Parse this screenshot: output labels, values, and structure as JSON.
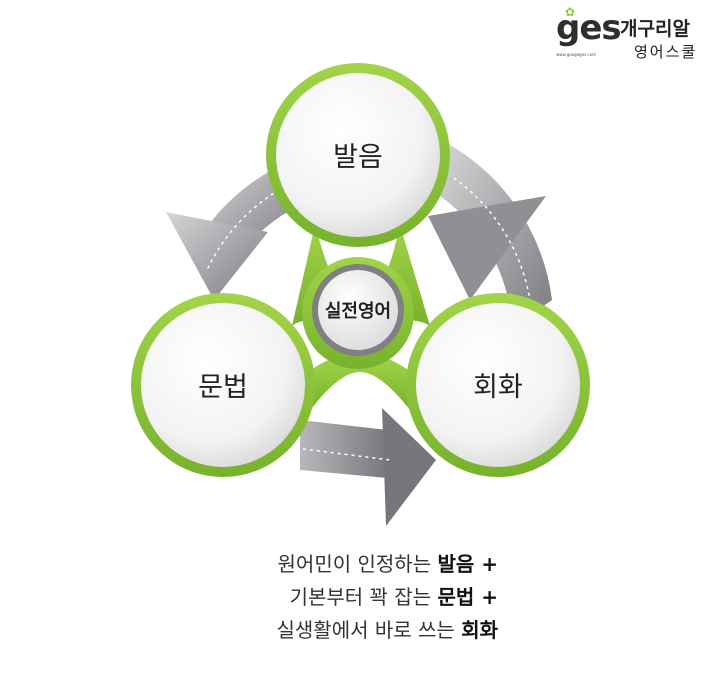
{
  "logo": {
    "mark": "ges",
    "url": "www.gaegoges.com",
    "name_line1": "개구리알",
    "name_line2": "영어스쿨"
  },
  "diagram": {
    "center": "실전영어",
    "nodes": {
      "top": "발음",
      "left": "문법",
      "right": "회화"
    }
  },
  "caption": {
    "line1_text": "원어민이 인정하는 ",
    "line1_bold": "발음",
    "line1_suffix": " +",
    "line2_text": "기본부터 꽉 잡는 ",
    "line2_bold": "문법",
    "line2_suffix": " +",
    "line3_text": "실생활에서 바로 쓰는 ",
    "line3_bold": "회화",
    "line3_suffix": ""
  },
  "colors": {
    "green": "#8dc63f",
    "arrow_gray": "#a9a9ad",
    "circle_white": "#f7f7f7"
  }
}
